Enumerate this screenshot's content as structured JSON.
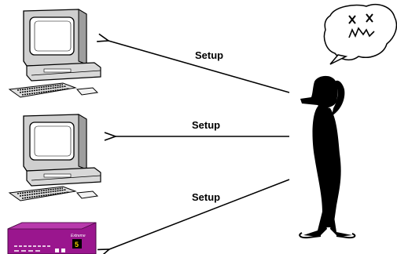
{
  "diagram": {
    "arrows": [
      {
        "id": "setup-1",
        "label": "Setup"
      },
      {
        "id": "setup-2",
        "label": "Setup"
      },
      {
        "id": "setup-3",
        "label": "Setup"
      }
    ],
    "device": {
      "brand": "Extreme",
      "badge_number": "5",
      "color": "#9a168e"
    },
    "person": {
      "thought_symbols": "confused-face"
    }
  }
}
